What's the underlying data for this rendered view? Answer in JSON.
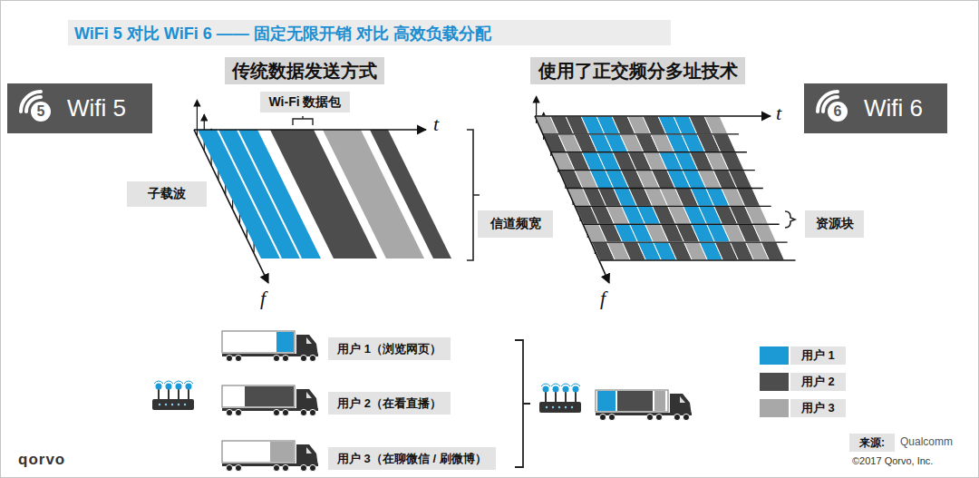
{
  "diagram": {
    "title": "WiFi 5 对比 WiFi 6 —— 固定无限开销 对比 高效负载分配",
    "nodes": [
      {
        "text": [
          "传统数据发送方式"
        ]
      },
      {
        "text": [
          "使用了正交频分多址技术"
        ]
      },
      {
        "text": [
          "5",
          "Wifi 5"
        ]
      },
      {
        "text": [
          "Wi-Fi 数据包"
        ]
      },
      {
        "text": [
          "6",
          "Wifi 6"
        ]
      },
      {
        "text": [
          "子载波"
        ]
      },
      {
        "text": [
          "信道频宽"
        ]
      },
      {
        "text": [
          "资源块"
        ]
      },
      {
        "text": [
          "用户 1（浏览网页）"
        ]
      },
      {
        "text": [
          "用户 2（在看直播）"
        ]
      },
      {
        "text": [
          "用户 3（在聊微信 / 刷微博）"
        ]
      },
      {
        "text": [
          "来源:"
        ]
      }
    ],
    "labels": [
      "t",
      "f",
      "t",
      "f",
      "qorvo",
      "Qualcomm",
      "©2017 Qorvo, Inc."
    ],
    "legend": [
      {
        "text": "用户 1",
        "color": "#1b9ad6"
      },
      {
        "text": "用户 2",
        "color": "#4d4d4d"
      },
      {
        "text": "用户 3",
        "color": "#a8a8a8"
      }
    ]
  }
}
